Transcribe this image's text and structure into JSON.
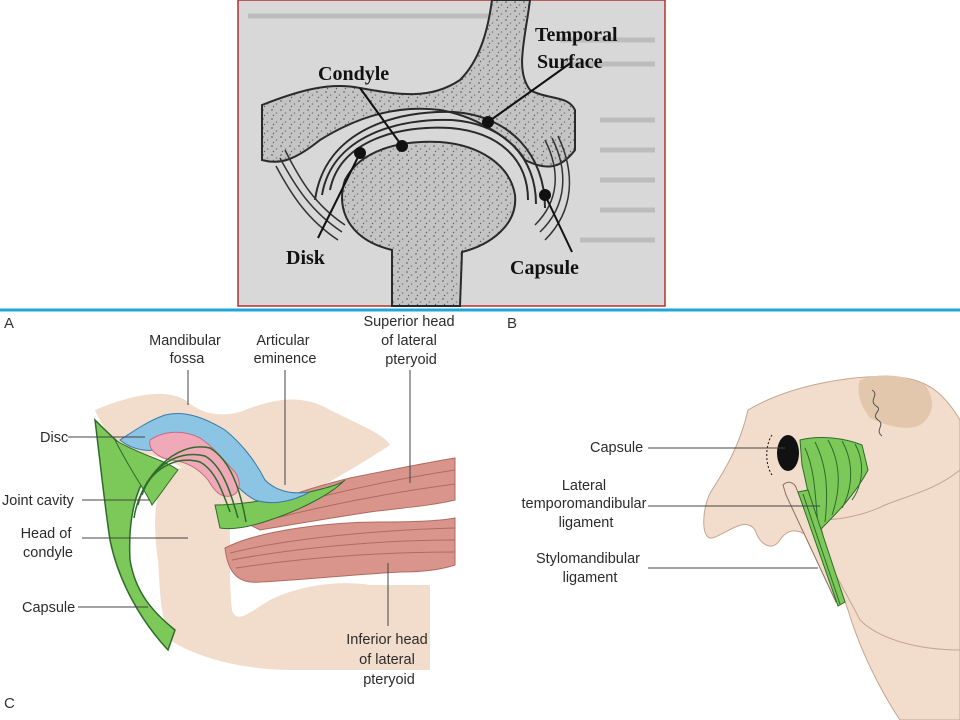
{
  "top_photo": {
    "labels": {
      "temporal_surface_line1": "Temporal",
      "temporal_surface_line2": "Surface",
      "condyle": "Condyle",
      "disk": "Disk",
      "capsule": "Capsule"
    }
  },
  "panel_letters": {
    "a": "A",
    "b": "B",
    "c": "C"
  },
  "panel_a": {
    "mandibular_fossa": [
      "Mandibular",
      "fossa"
    ],
    "articular_eminence": [
      "Articular",
      "eminence"
    ],
    "superior_head": [
      "Superior head",
      "of lateral",
      "pteryoid"
    ],
    "disc": "Disc",
    "joint_cavity": "Joint cavity",
    "head_of_condyle": [
      "Head of",
      "condyle"
    ],
    "capsule": "Capsule",
    "inferior_head": [
      "Inferior head",
      "of lateral",
      "pteryoid"
    ]
  },
  "panel_b": {
    "capsule": "Capsule",
    "lateral_tm_ligament": [
      "Lateral",
      "temporomandibular",
      "ligament"
    ],
    "stylomandibular_ligament": [
      "Stylomandibular",
      "ligament"
    ]
  },
  "colors": {
    "divider": "#1ea6d9",
    "bone": "#f2dccb",
    "muscle": "#d9958c",
    "capsule_green": "#7cc95a",
    "fossa_blue": "#8cc4e3",
    "disc_pink": "#efa9b8"
  }
}
